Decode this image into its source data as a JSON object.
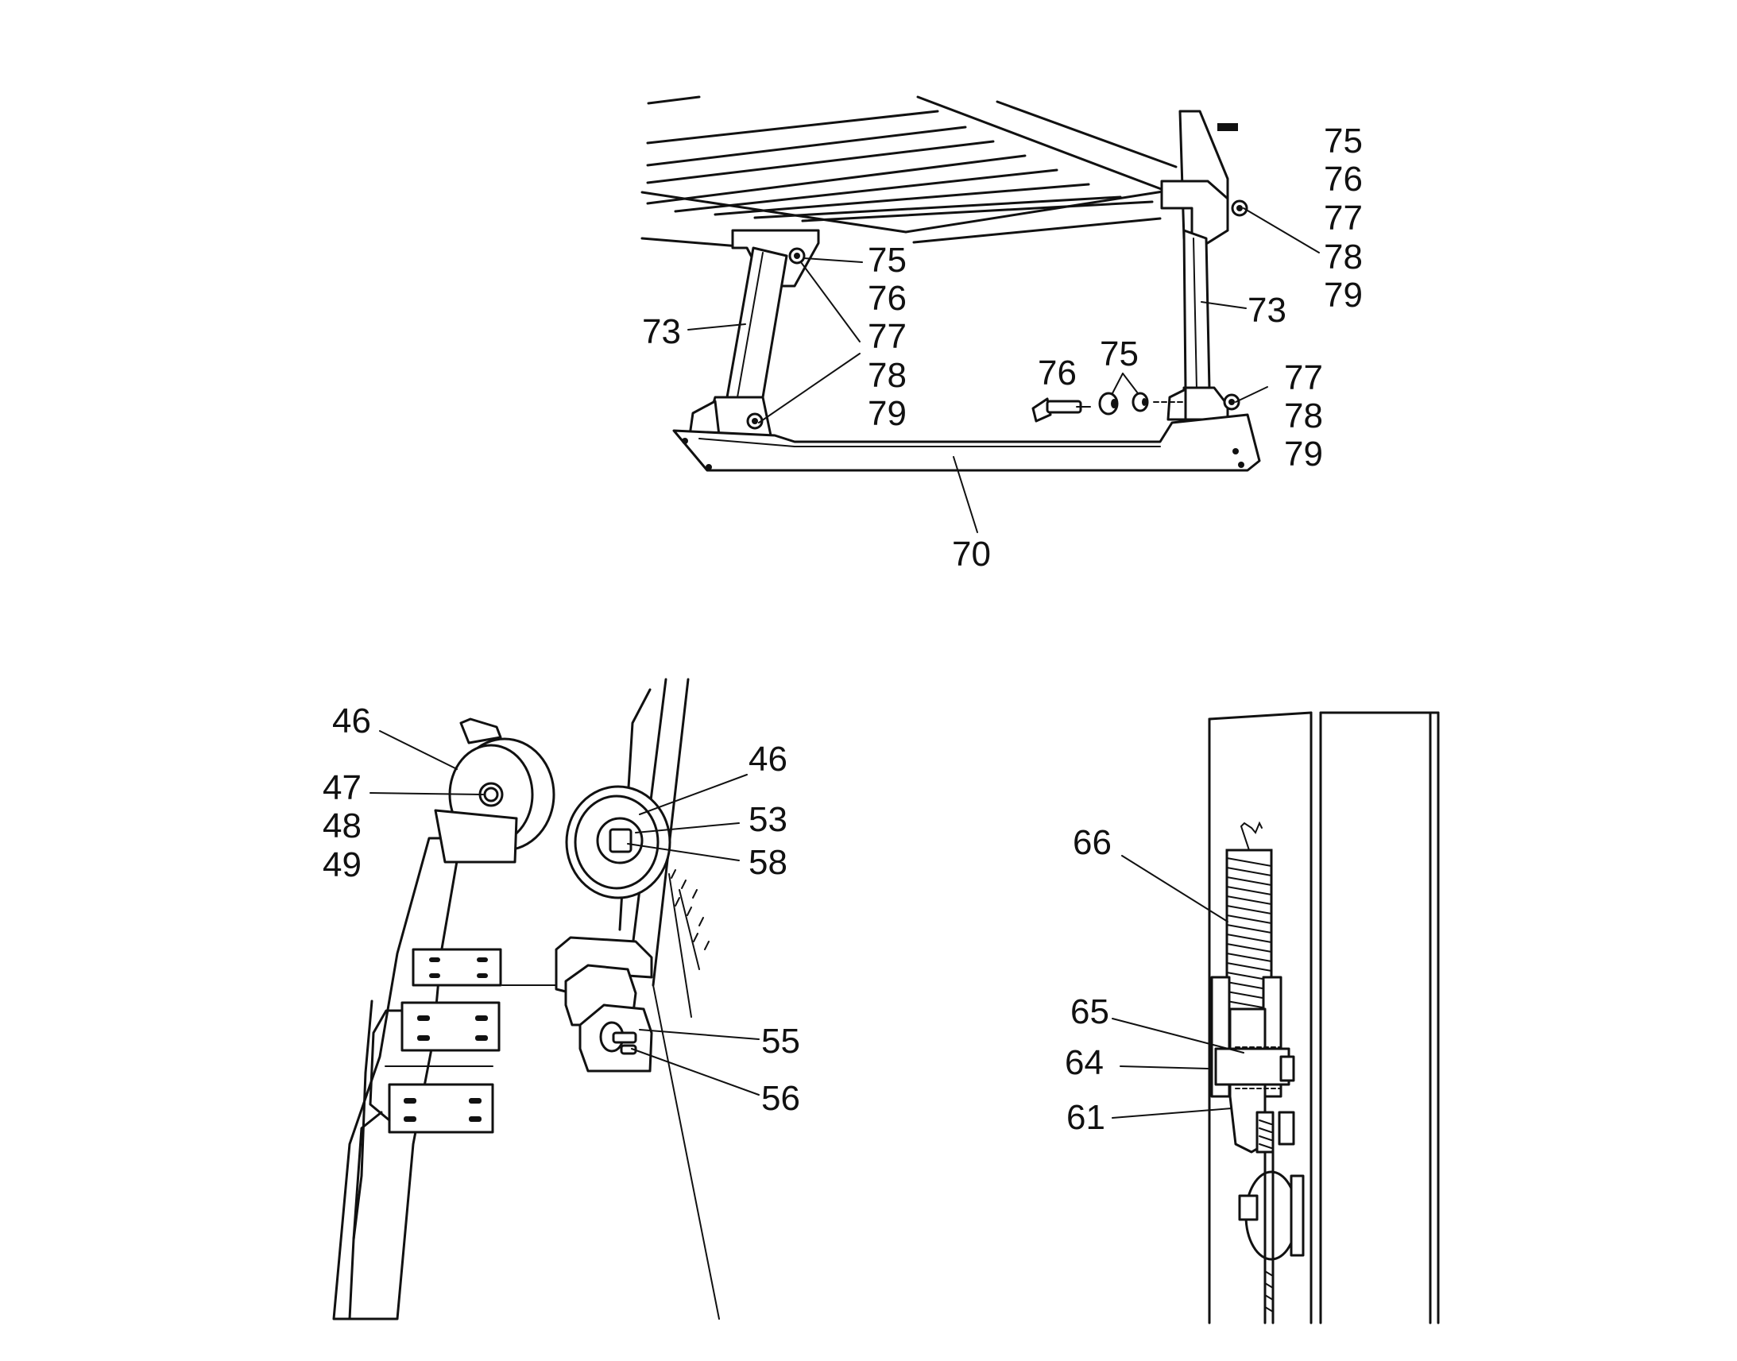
{
  "figure": {
    "top_view": {
      "labels": {
        "l73_left": "73",
        "l75_a": "75",
        "l76_a": "76",
        "l77_a": "77",
        "l78_a": "78",
        "l79_a": "79",
        "l76_b": "76",
        "l75_b": "75",
        "l77_c": "77",
        "l78_c": "78",
        "l79_c": "79",
        "l73_right": "73",
        "l75_d": "75",
        "l76_d": "76",
        "l77_d": "77",
        "l78_d": "78",
        "l79_d": "79",
        "l70": "70"
      }
    },
    "bottom_left_view": {
      "labels": {
        "l46_a": "46",
        "l47": "47",
        "l48": "48",
        "l49": "49",
        "l46_b": "46",
        "l53": "53",
        "l58": "58",
        "l55": "55",
        "l56": "56"
      }
    },
    "bottom_right_view": {
      "labels": {
        "l66": "66",
        "l65": "65",
        "l64": "64",
        "l61": "61"
      }
    }
  }
}
